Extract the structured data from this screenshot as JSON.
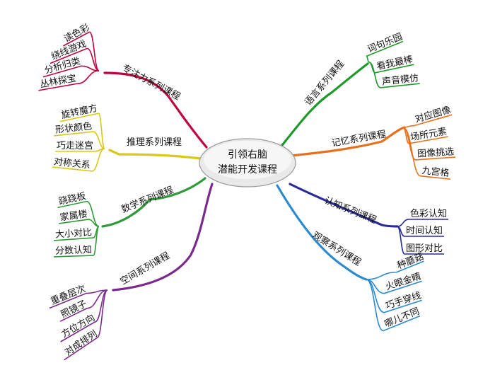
{
  "center": {
    "line1": "引领右脑",
    "line2": "潜能开发课程"
  },
  "branches": [
    {
      "id": "focus",
      "label": "专注力系列课程",
      "color": "#c0003c",
      "items": [
        "读色彩",
        "绕线游戏",
        "分析归类",
        "丛林探宝"
      ]
    },
    {
      "id": "reasoning",
      "label": "推理系列课程",
      "color": "#d8c81a",
      "items": [
        "旋转魔方",
        "形状颜色",
        "巧走迷宫",
        "对称关系"
      ]
    },
    {
      "id": "math",
      "label": "数学系列课程",
      "color": "#2e9a3a",
      "items": [
        "跷跷板",
        "家属楼",
        "大小对比",
        "分数认知"
      ]
    },
    {
      "id": "space",
      "label": "空间系列课程",
      "color": "#7a2a8a",
      "items": [
        "重叠层次",
        "照镜子",
        "方位方向",
        "对成排列"
      ]
    },
    {
      "id": "language",
      "label": "语言系列课程",
      "color": "#1f9a2a",
      "items": [
        "词句乐园",
        "看我最棒",
        "声音模仿"
      ]
    },
    {
      "id": "memory",
      "label": "记忆系列课程",
      "color": "#e8701a",
      "items": [
        "对应图像",
        "场所元素",
        "图像挑选",
        "九宫格"
      ]
    },
    {
      "id": "cognition",
      "label": "认知系列课程",
      "color": "#2a2a9a",
      "items": [
        "色彩认知",
        "时间认知",
        "图形对比"
      ]
    },
    {
      "id": "observation",
      "label": "观察系列课程",
      "color": "#2a8ad0",
      "items": [
        "种蘑菇",
        "火眼金睛",
        "巧手穿线",
        "哪儿不同"
      ]
    }
  ]
}
